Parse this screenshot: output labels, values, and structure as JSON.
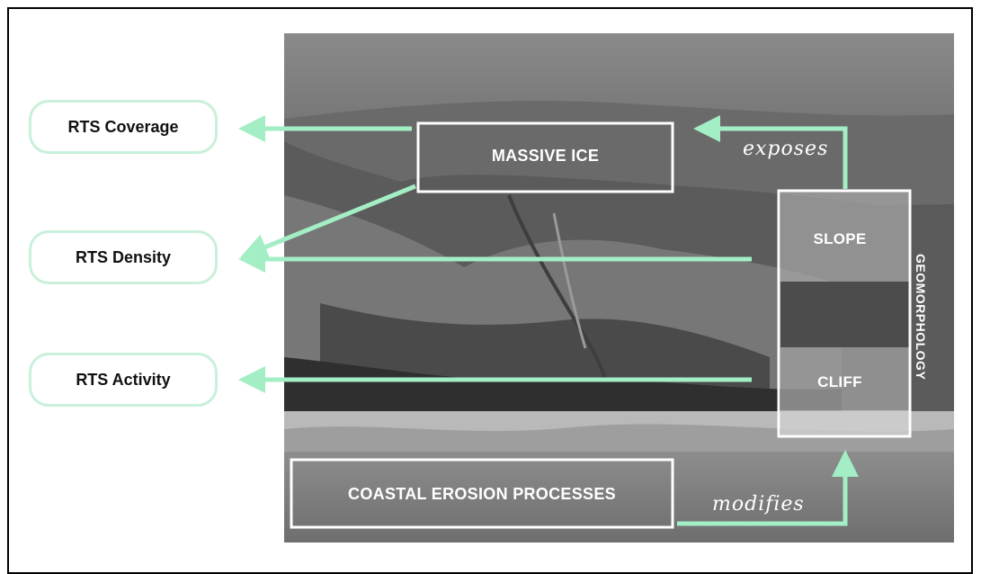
{
  "metrics": {
    "coverage": "RTS Coverage",
    "density": "RTS Density",
    "activity": "RTS Activity"
  },
  "photo_labels": {
    "massive_ice": "MASSIVE ICE",
    "slope": "SLOPE",
    "cliff": "CLIFF",
    "geomorphology": "GEOMORPHOLOGY",
    "coastal_erosion": "COASTAL EROSION PROCESSES"
  },
  "relations": {
    "exposes": "exposes",
    "modifies": "modifies"
  },
  "colors": {
    "arrow": "#a3eec4",
    "pill_border": "#c8f0da",
    "label_box": "#ffffff"
  }
}
